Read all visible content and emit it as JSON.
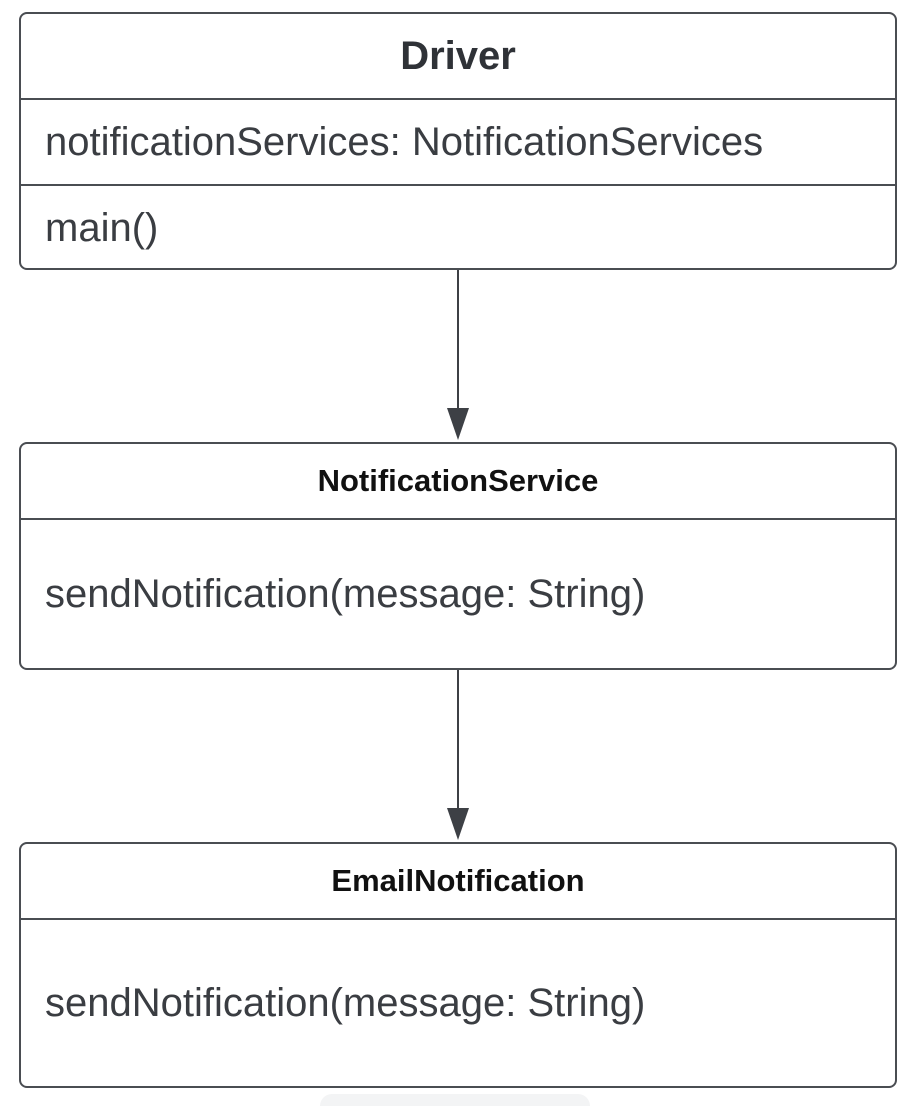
{
  "classes": {
    "driver": {
      "name": "Driver",
      "attributes": "notificationServices: NotificationServices",
      "operations": "main()"
    },
    "notification_service": {
      "name": "NotificationService",
      "operations": "sendNotification(message: String)"
    },
    "email_notification": {
      "name": "EmailNotification",
      "operations": "sendNotification(message: String)"
    }
  },
  "relationships": [
    {
      "from": "Driver",
      "to": "NotificationService",
      "type": "directed-association"
    },
    {
      "from": "NotificationService",
      "to": "EmailNotification",
      "type": "directed-association"
    }
  ],
  "colors": {
    "line": "#4a4d52",
    "text": "#2f3237",
    "background": "#ffffff"
  }
}
